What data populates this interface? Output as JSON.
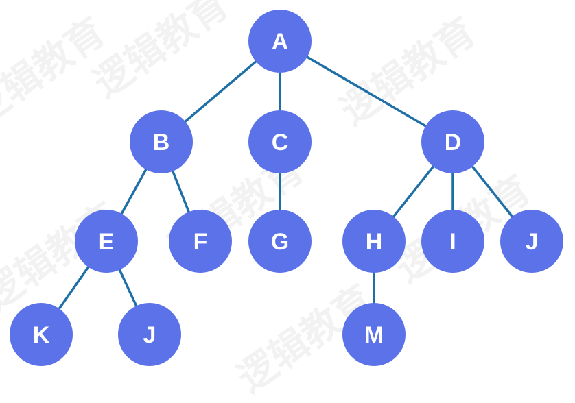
{
  "diagram": {
    "nodes": [
      {
        "id": "A",
        "label": "A"
      },
      {
        "id": "B",
        "label": "B"
      },
      {
        "id": "C",
        "label": "C"
      },
      {
        "id": "D",
        "label": "D"
      },
      {
        "id": "E",
        "label": "E"
      },
      {
        "id": "F",
        "label": "F"
      },
      {
        "id": "G",
        "label": "G"
      },
      {
        "id": "H",
        "label": "H"
      },
      {
        "id": "I",
        "label": "I"
      },
      {
        "id": "J1",
        "label": "J"
      },
      {
        "id": "K",
        "label": "K"
      },
      {
        "id": "J2",
        "label": "J"
      },
      {
        "id": "M",
        "label": "M"
      }
    ],
    "edges": [
      [
        "A",
        "B"
      ],
      [
        "A",
        "C"
      ],
      [
        "A",
        "D"
      ],
      [
        "B",
        "E"
      ],
      [
        "B",
        "F"
      ],
      [
        "C",
        "G"
      ],
      [
        "D",
        "H"
      ],
      [
        "D",
        "I"
      ],
      [
        "D",
        "J1"
      ],
      [
        "E",
        "K"
      ],
      [
        "E",
        "J2"
      ],
      [
        "H",
        "M"
      ]
    ],
    "colors": {
      "node_fill": "#5b72e8",
      "edge": "#1f6fa7",
      "label": "#ffffff"
    }
  },
  "watermark": {
    "text": "逻辑教育"
  }
}
